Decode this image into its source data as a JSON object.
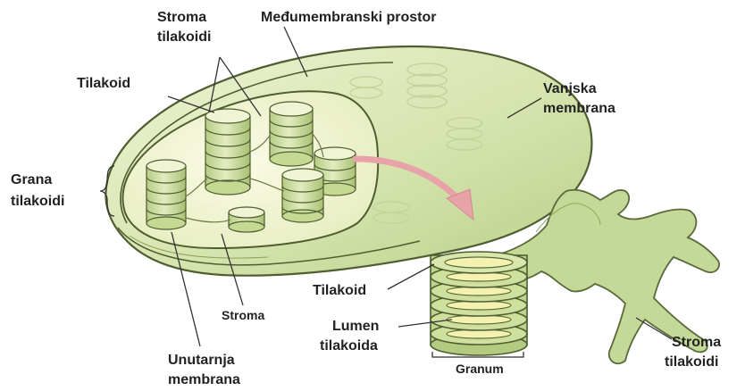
{
  "labels": {
    "stroma_tilakoidi_top_1": "Stroma",
    "stroma_tilakoidi_top_2": "tilakoidi",
    "medjumembranski": "Međumembranski prostor",
    "tilakoid_top": "Tilakoid",
    "vanjska_1": "Vanjska",
    "vanjska_2": "membrana",
    "grana_1": "Grana",
    "grana_2": "tilakoidi",
    "tilakoid_detail": "Tilakoid",
    "stroma": "Stroma",
    "lumen_1": "Lumen",
    "lumen_2": "tilakoida",
    "unutarnja_1": "Unutarnja",
    "unutarnja_2": "membrana",
    "granum": "Granum",
    "stroma_tilakoidi_right_1": "Stroma",
    "stroma_tilakoidi_right_2": "tilakoidi"
  },
  "colors": {
    "outer_membrane": "#d9e6b4",
    "outline": "#5a6a3a",
    "inner_stroma": "#f3f6d8",
    "thylakoid": "#cddc9c",
    "lumen": "#f4f2b0",
    "arrow": "#e8a3a8"
  }
}
